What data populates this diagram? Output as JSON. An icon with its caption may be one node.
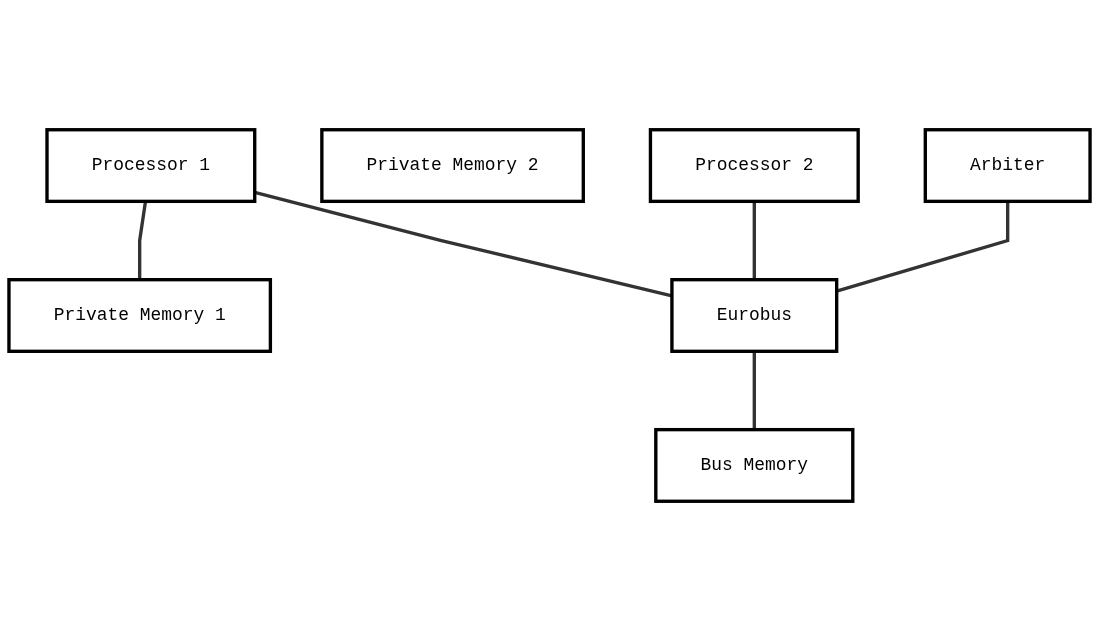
{
  "diagram": {
    "nodes": [
      {
        "text": [
          "Processor 1"
        ]
      },
      {
        "text": [
          "Private Memory 1"
        ]
      },
      {
        "text": [
          "Private Memory 2"
        ]
      },
      {
        "text": [
          "Processor 2"
        ]
      },
      {
        "text": [
          "Arbiter"
        ]
      },
      {
        "text": [
          "Eurobus"
        ]
      },
      {
        "text": [
          "Bus Memory"
        ]
      }
    ],
    "edges": [
      {
        "from": 0,
        "to": 1,
        "arrow": "none"
      },
      {
        "from": 0,
        "to": 5,
        "arrow": "none"
      },
      {
        "from": 3,
        "to": 5,
        "arrow": "none"
      },
      {
        "from": 4,
        "to": 5,
        "arrow": "none"
      },
      {
        "from": 5,
        "to": 6,
        "arrow": "none"
      }
    ]
  }
}
